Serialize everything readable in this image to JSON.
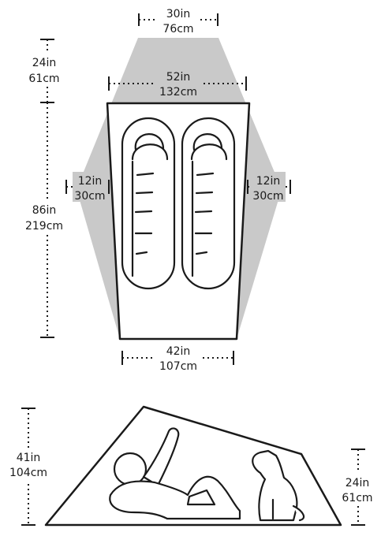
{
  "colors": {
    "vestibule": "#c9c9c9",
    "floor": "#ffffff",
    "line": "#1a1a1a"
  },
  "top_view": {
    "peak_width": {
      "in": "30in",
      "cm": "76cm"
    },
    "upper_width": {
      "in": "52in",
      "cm": "132cm"
    },
    "vestibule_length": {
      "in": "24in",
      "cm": "61cm"
    },
    "floor_length": {
      "in": "86in",
      "cm": "219cm"
    },
    "left_vestibule": {
      "in": "12in",
      "cm": "30cm"
    },
    "right_vestibule": {
      "in": "12in",
      "cm": "30cm"
    },
    "foot_width": {
      "in": "42in",
      "cm": "107cm"
    }
  },
  "side_view": {
    "peak_height": {
      "in": "41in",
      "cm": "104cm"
    },
    "foot_height": {
      "in": "24in",
      "cm": "61cm"
    }
  }
}
